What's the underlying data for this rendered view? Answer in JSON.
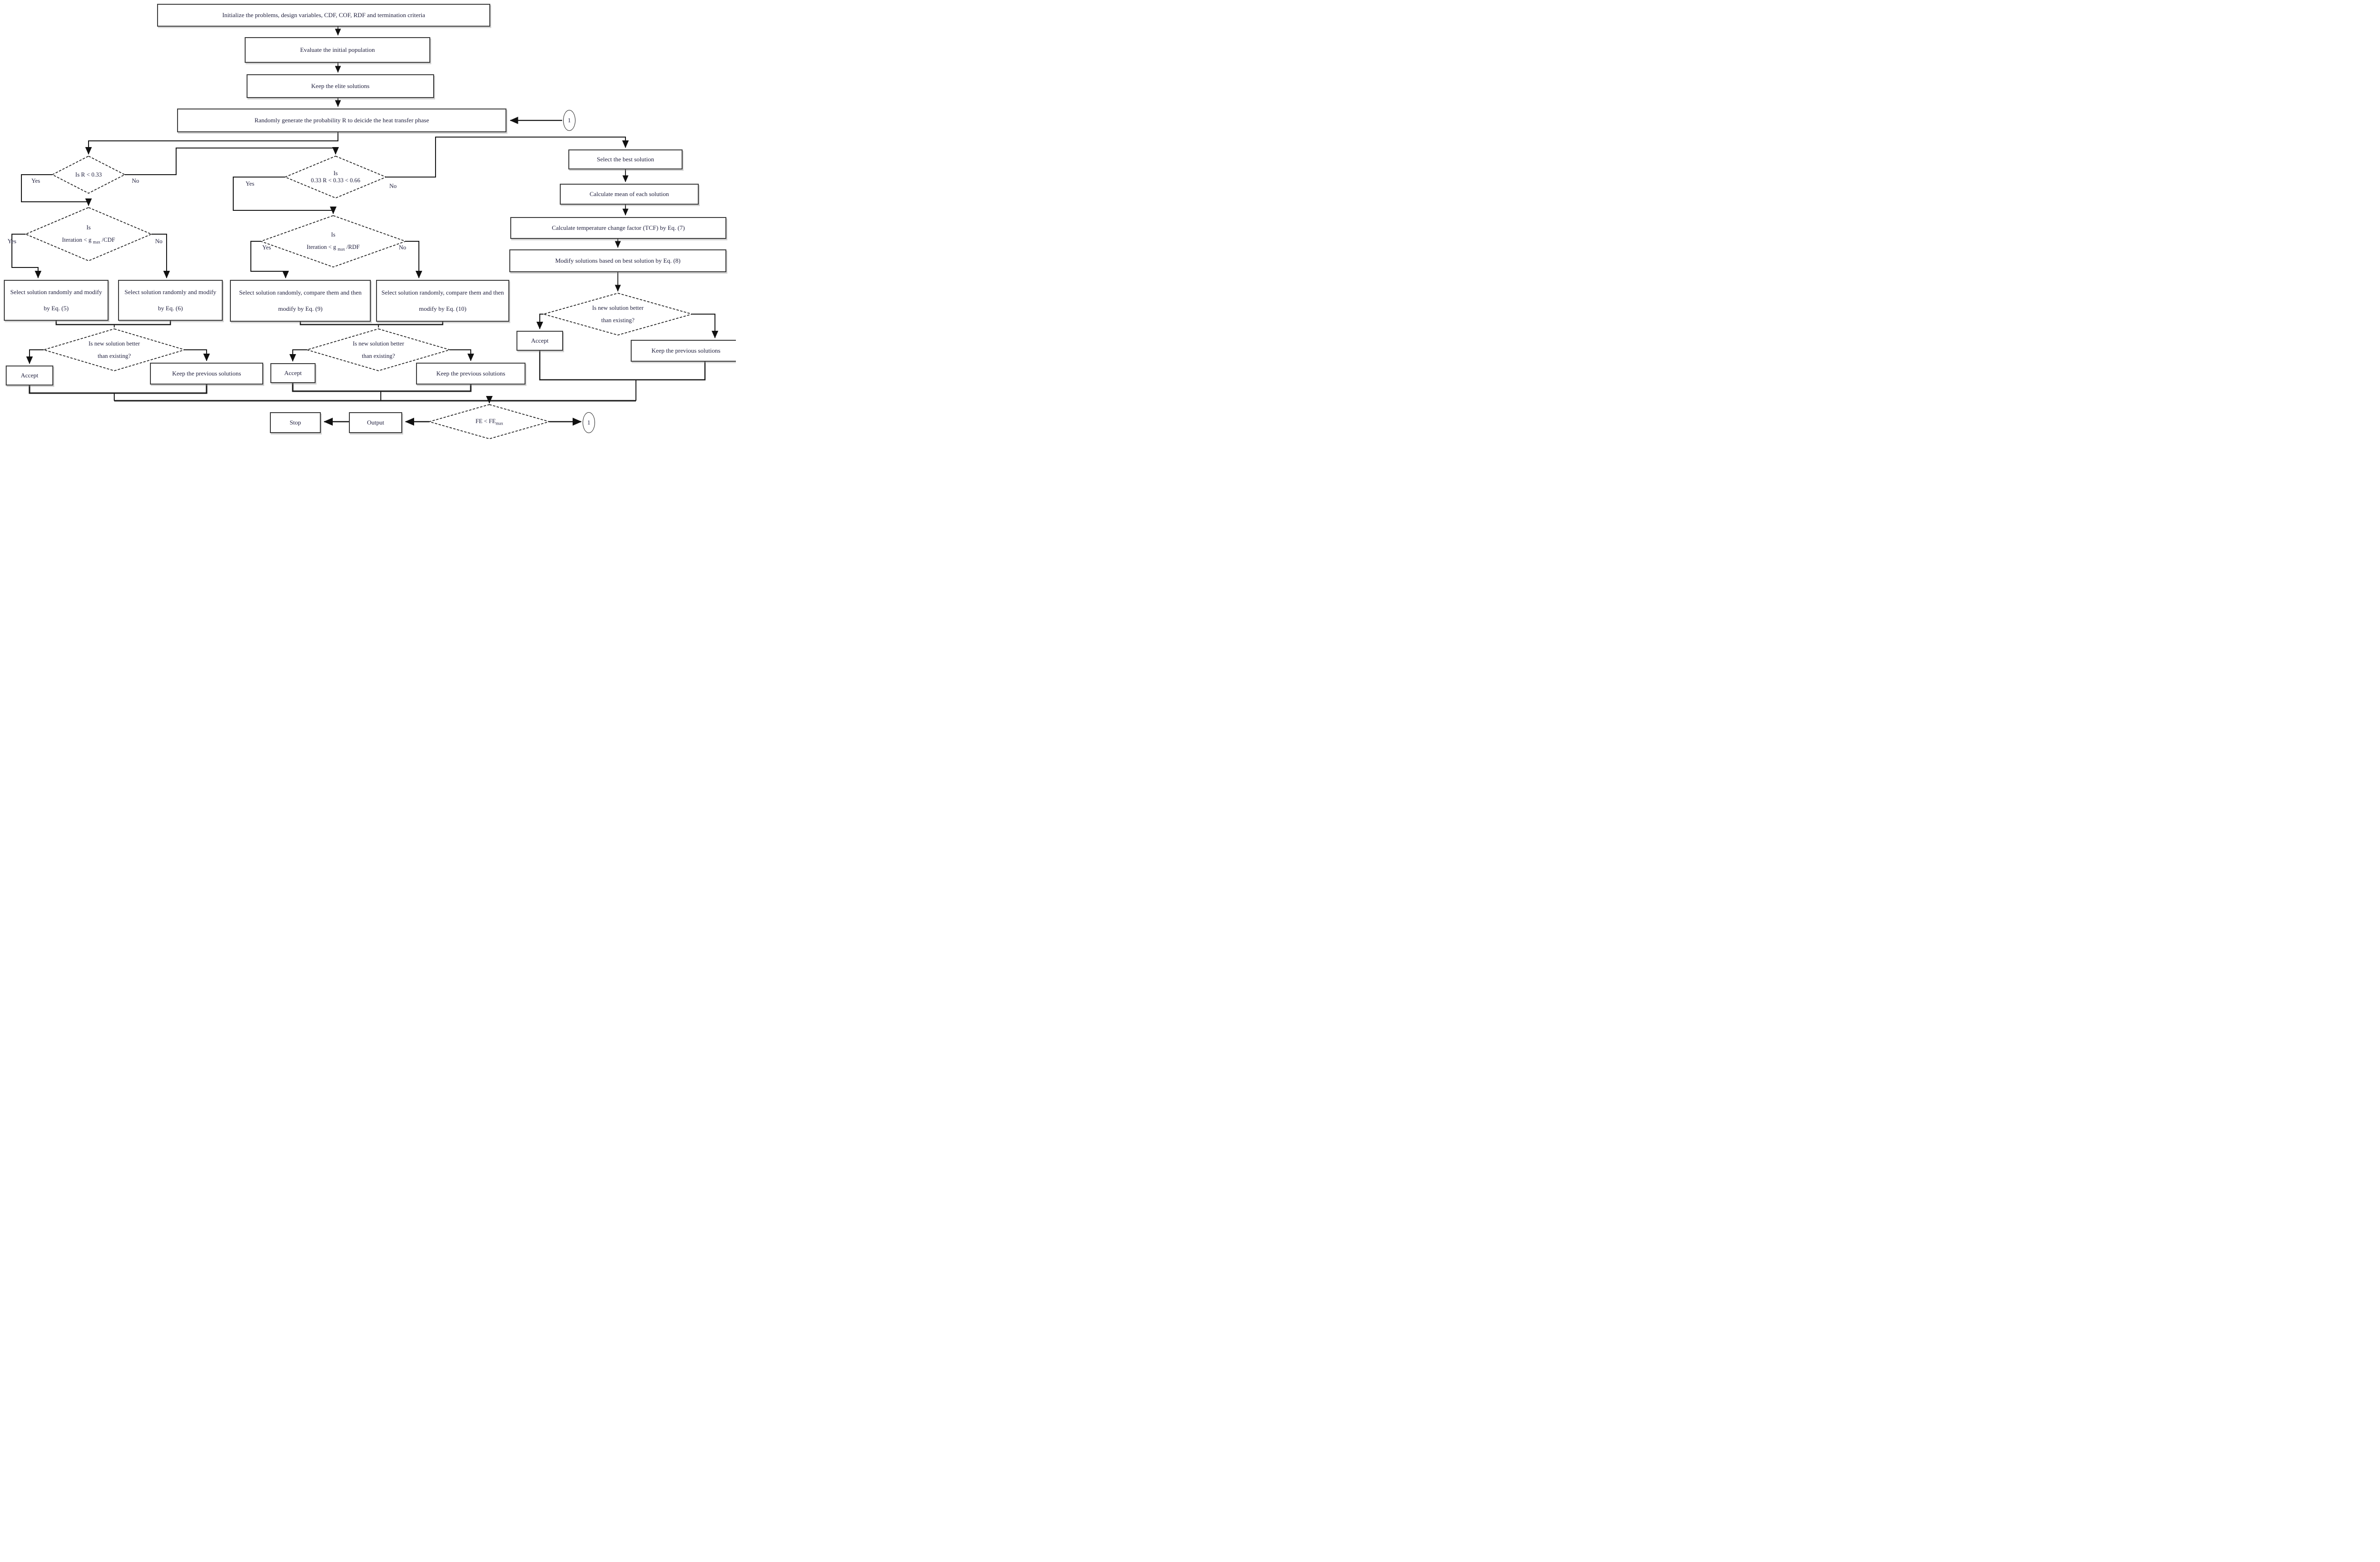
{
  "boxes": {
    "init": "Initialize the problems, design variables, CDF, COF, RDF and termination criteria",
    "evaluate": "Evaluate the initial population",
    "elite": "Keep the elite solutions",
    "random_r": "Randomly generate the probability R to deicide the heat transfer phase",
    "best": "Select the best solution",
    "mean": "Calculate mean of each solution",
    "tcf": "Calculate temperature change factor (TCF) by Eq. (7)",
    "modify": "Modify solutions based on best solution by Eq. (8)",
    "eq5": "Select solution randomly and modify by Eq. (5)",
    "eq6": "Select solution randomly and modify by Eq. (6)",
    "eq9": "Select solution randomly, compare them and then modify by Eq. (9)",
    "eq10": "Select solution randomly, compare them and then modify by Eq. (10)",
    "accept": "Accept",
    "keep": "Keep the previous solutions",
    "output": "Output",
    "stop": "Stop"
  },
  "diamonds": {
    "r_check": {
      "label": "Is R < 0.33"
    },
    "mid_check": {
      "line1": "Is",
      "line2": "0.33 R < 0.33 < 0.66"
    },
    "cdf": {
      "line1": "Is",
      "pre": "Iteration < g ",
      "sub": "max",
      "post": " /CDF"
    },
    "rdf": {
      "line1": "Is",
      "pre": "Iteration < g ",
      "sub": "max",
      "post": " /RDF"
    },
    "better": {
      "line1": "Is new solution better",
      "line2": "than existing?"
    },
    "fe": {
      "pre": "FE < FE",
      "sub": "max",
      "post": ""
    }
  },
  "labels": {
    "yes": "Yes",
    "no": "No"
  },
  "connector": {
    "loop": "1"
  }
}
